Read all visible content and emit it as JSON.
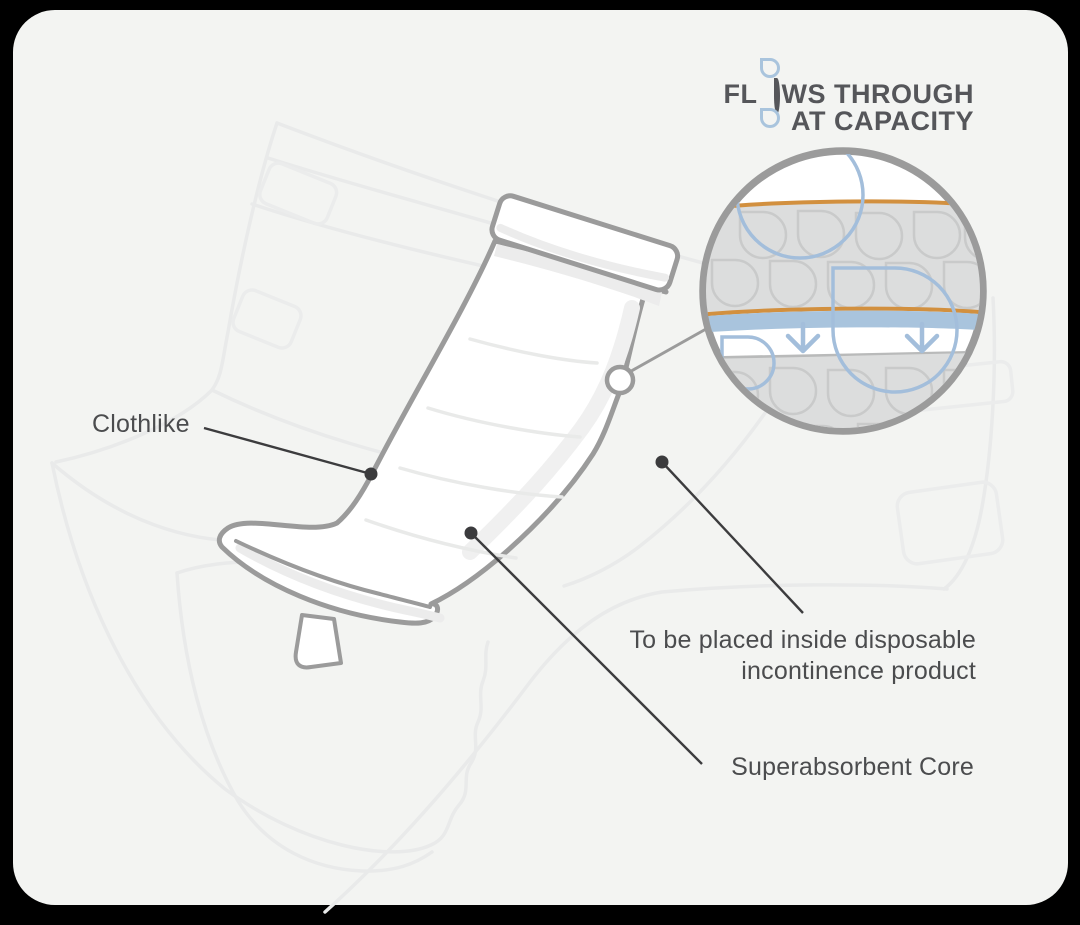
{
  "title": {
    "line1_pre": "FL",
    "line1_post": "WS THROUGH",
    "line2": "AT CAPACITY"
  },
  "callouts": {
    "clothlike": "Clothlike",
    "placement_line1": "To be placed inside disposable",
    "placement_line2": "incontinence product",
    "core": "Superabsorbent Core"
  },
  "icons": {
    "droplet": "teardrop-outline",
    "flow_arrow_down": "chevron-down-arrow",
    "magnifier": "cross-section-detail-circle"
  },
  "colors": {
    "card_bg": "#f3f4f2",
    "outline_gray": "#9b9b9b",
    "faint_line": "#e9eaea",
    "faint_tab": "#ebecec",
    "accent_orange": "#d2903f",
    "accent_blue": "#a3bedb",
    "accent_blue_fill": "#a9c4dd",
    "layer_gray": "#dcdddd",
    "pattern_gray": "#c9caca",
    "sep_gray": "#b9baba",
    "shade_gray": "#ececec",
    "crease_gray": "#e9eae9",
    "leader_dark": "#3c3c3e",
    "title_color": "#55565a",
    "label_color": "#4b4c4e"
  }
}
